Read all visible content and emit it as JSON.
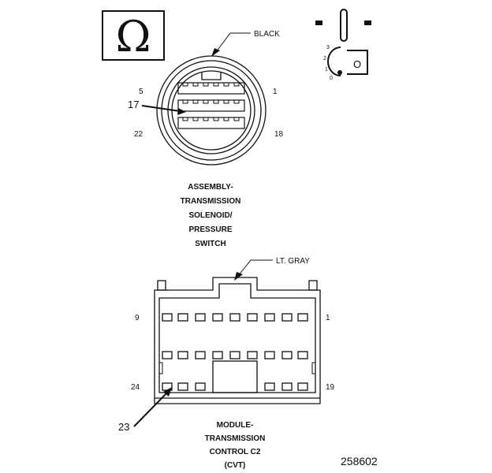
{
  "meter": {
    "symbol": "Ω"
  },
  "key_switch": {
    "positions": [
      "3",
      "2",
      "1",
      "0"
    ],
    "letter": "O"
  },
  "upper_connector": {
    "color_label": "BLACK",
    "pins": {
      "top_left": "5",
      "top_right": "1",
      "bottom_left": "22",
      "bottom_right": "18"
    },
    "callout": "17",
    "title_lines": [
      "ASSEMBLY-",
      "TRANSMISSION",
      "SOLENOID/",
      "PRESSURE",
      "SWITCH"
    ]
  },
  "lower_connector": {
    "color_label": "LT. GRAY",
    "pins": {
      "top_left": "9",
      "top_right": "1",
      "bottom_left": "24",
      "bottom_right": "19"
    },
    "callout": "23",
    "title_lines": [
      "MODULE-",
      "TRANSMISSION",
      "CONTROL C2",
      "(CVT)"
    ]
  },
  "figure_number": "258602"
}
